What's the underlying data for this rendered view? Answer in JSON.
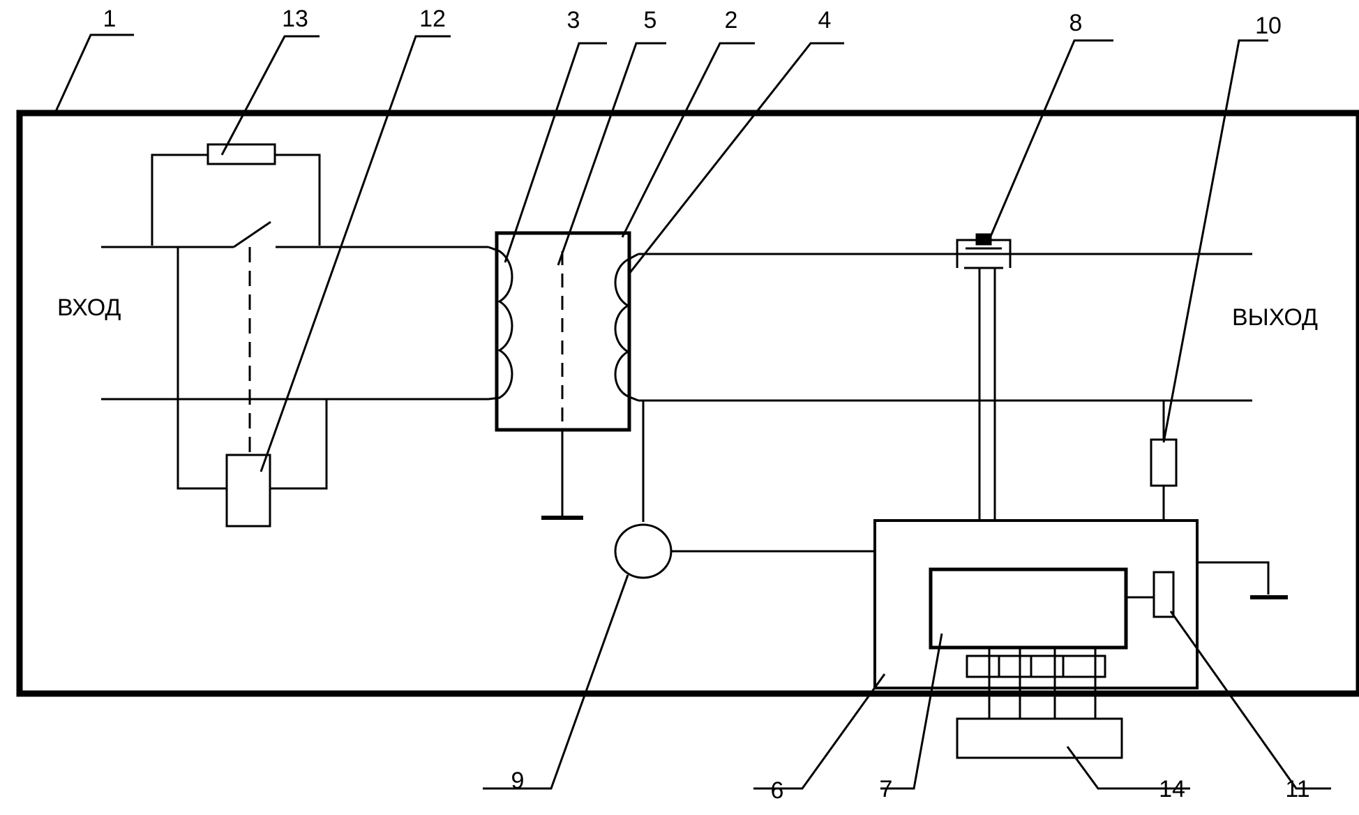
{
  "texts": {
    "input": "ВХОД",
    "output": "ВЫХОД"
  },
  "callouts": {
    "c1": "1",
    "c2": "2",
    "c3": "3",
    "c4": "4",
    "c5": "5",
    "c6": "6",
    "c7": "7",
    "c8": "8",
    "c9": "9",
    "c10": "10",
    "c11": "11",
    "c12": "12",
    "c13": "13",
    "c14": "14"
  }
}
